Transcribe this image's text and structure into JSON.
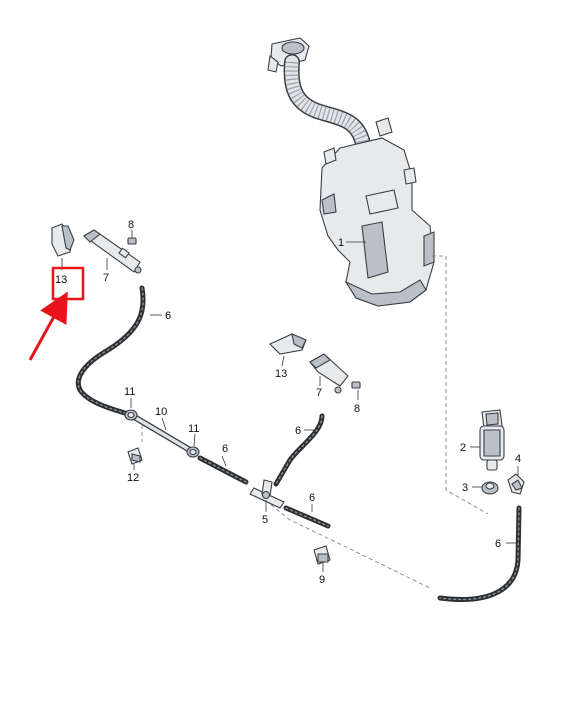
{
  "diagram": {
    "callouts": {
      "c1": "1",
      "c2": "2",
      "c3": "3",
      "c4": "4",
      "c5": "5",
      "c6a": "6",
      "c6b": "6",
      "c6c": "6",
      "c6d": "6",
      "c6e": "6",
      "c7a": "7",
      "c7b": "7",
      "c8a": "8",
      "c8b": "8",
      "c9": "9",
      "c10": "10",
      "c11a": "11",
      "c11b": "11",
      "c12": "12",
      "c13a": "13",
      "c13b": "13"
    },
    "highlight": {
      "color": "#e8141c",
      "target": "13"
    }
  }
}
